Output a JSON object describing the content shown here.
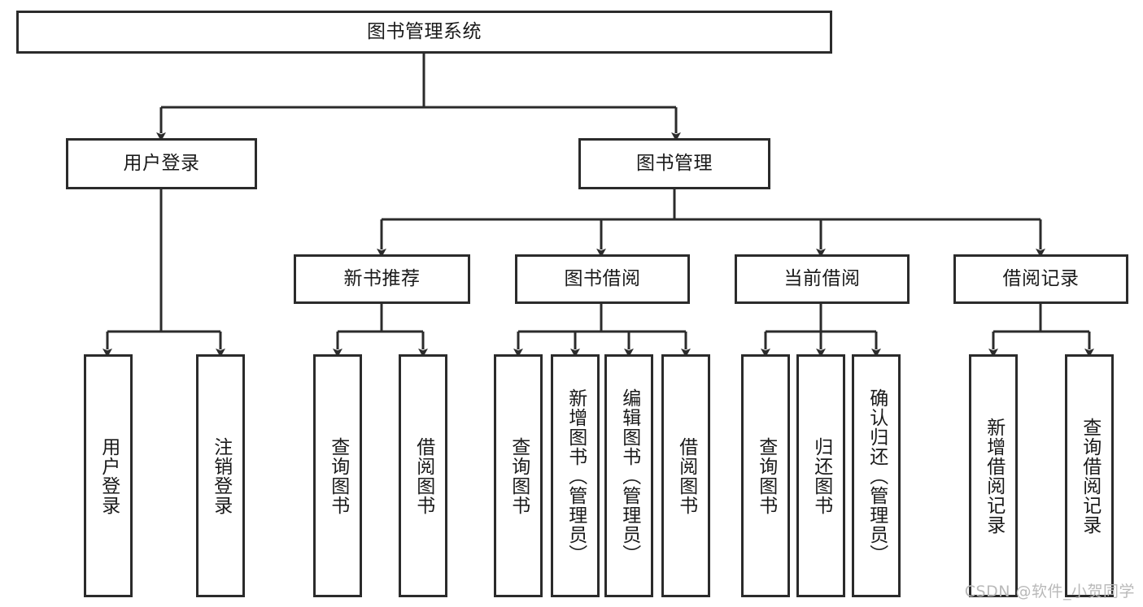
{
  "diagram": {
    "title": "图书管理系统",
    "type": "tree-hierarchy-diagram",
    "root": {
      "id": "root",
      "label": "图书管理系统"
    },
    "level2": [
      {
        "id": "user-login",
        "label": "用户登录"
      },
      {
        "id": "book-management",
        "label": "图书管理"
      }
    ],
    "level3": [
      {
        "id": "new-book-recommend",
        "label": "新书推荐",
        "parent": "book-management"
      },
      {
        "id": "book-borrow",
        "label": "图书借阅",
        "parent": "book-management"
      },
      {
        "id": "current-borrow",
        "label": "当前借阅",
        "parent": "book-management"
      },
      {
        "id": "borrow-record",
        "label": "借阅记录",
        "parent": "book-management"
      }
    ],
    "leaves": {
      "user-login": [
        {
          "id": "leaf-user-login",
          "label": "用户登录"
        },
        {
          "id": "leaf-logout-login",
          "label": "注销登录"
        }
      ],
      "new-book-recommend": [
        {
          "id": "leaf-query-book-1",
          "label": "查询图书"
        },
        {
          "id": "leaf-borrow-book-1",
          "label": "借阅图书"
        }
      ],
      "book-borrow": [
        {
          "id": "leaf-query-book-2",
          "label": "查询图书"
        },
        {
          "id": "leaf-add-book-admin",
          "label": "新增图书（管理员）"
        },
        {
          "id": "leaf-edit-book-admin",
          "label": "编辑图书（管理员）"
        },
        {
          "id": "leaf-borrow-book-2",
          "label": "借阅图书"
        }
      ],
      "current-borrow": [
        {
          "id": "leaf-query-book-3",
          "label": "查询图书"
        },
        {
          "id": "leaf-return-book",
          "label": "归还图书"
        },
        {
          "id": "leaf-confirm-return-admin",
          "label": "确认归还（管理员）"
        }
      ],
      "borrow-record": [
        {
          "id": "leaf-add-borrow-record",
          "label": "新增借阅记录"
        },
        {
          "id": "leaf-query-borrow-record",
          "label": "查询借阅记录"
        }
      ]
    },
    "colors": {
      "stroke": "#2b2b2b",
      "fill": "#ffffff",
      "text": "#1a1a1a",
      "watermark": "#b9b9b9"
    }
  },
  "watermark": {
    "text": "CSDN @软件_小贺同学"
  }
}
